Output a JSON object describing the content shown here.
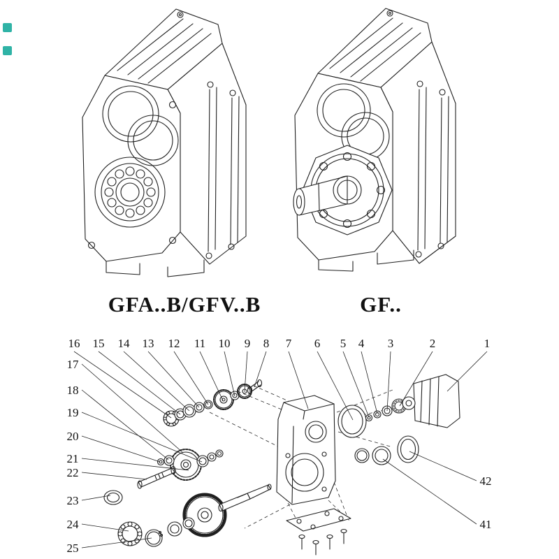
{
  "products": {
    "left_caption": "GFA..B/GFV..B",
    "right_caption": "GF.."
  },
  "exploded": {
    "top_numbers": [
      "16",
      "15",
      "14",
      "13",
      "12",
      "11",
      "10",
      "9",
      "8",
      "7",
      "6",
      "5",
      "4",
      "3",
      "2",
      "1"
    ],
    "left_numbers": [
      "17",
      "18",
      "19",
      "20",
      "21",
      "22",
      "23",
      "24",
      "25"
    ],
    "right_numbers": [
      "42",
      "41"
    ]
  },
  "colors": {
    "line": "#1f1f1f",
    "artifact": "#2fb3a6"
  }
}
